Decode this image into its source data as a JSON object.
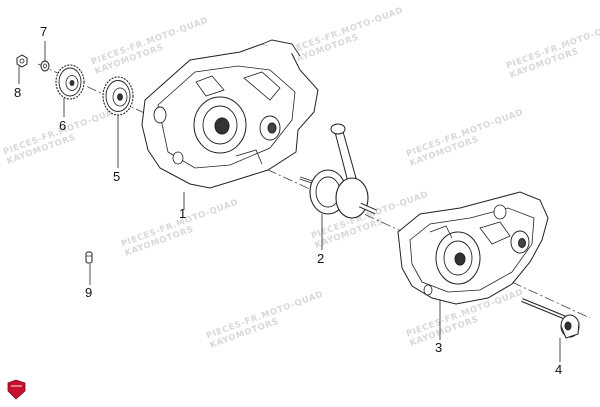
{
  "callouts": [
    {
      "label": "1"
    },
    {
      "label": "2"
    },
    {
      "label": "3"
    },
    {
      "label": "4"
    },
    {
      "label": "5"
    },
    {
      "label": "6"
    },
    {
      "label": "7"
    },
    {
      "label": "8"
    },
    {
      "label": "9"
    }
  ],
  "watermark": {
    "line1": "PIECES-FR.MOTO-QUAD",
    "line2": "KAYOMOTORS"
  },
  "logo_color": "#c8102e"
}
